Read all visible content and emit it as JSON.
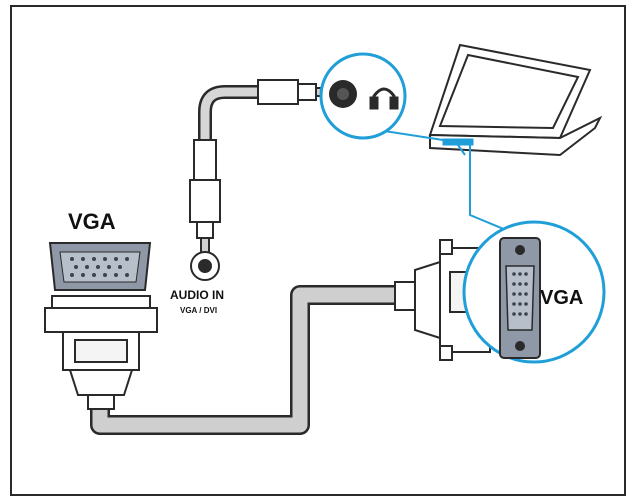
{
  "labels": {
    "vga_left": "VGA",
    "vga_right": "VGA",
    "audio_in": "AUDIO IN",
    "audio_in_sub": "VGA / DVI"
  },
  "icons": {
    "headphone": "headphone-icon",
    "laptop": "laptop",
    "vga_port": "vga-port",
    "vga_connector": "vga-connector",
    "audio_jack": "audio-jack",
    "audio_plug": "audio-plug"
  },
  "colors": {
    "callout": "#1f9ed8",
    "cable": "#c8c8c8",
    "outline": "#2a2a2a",
    "port_fill": "#9aa3b0"
  }
}
